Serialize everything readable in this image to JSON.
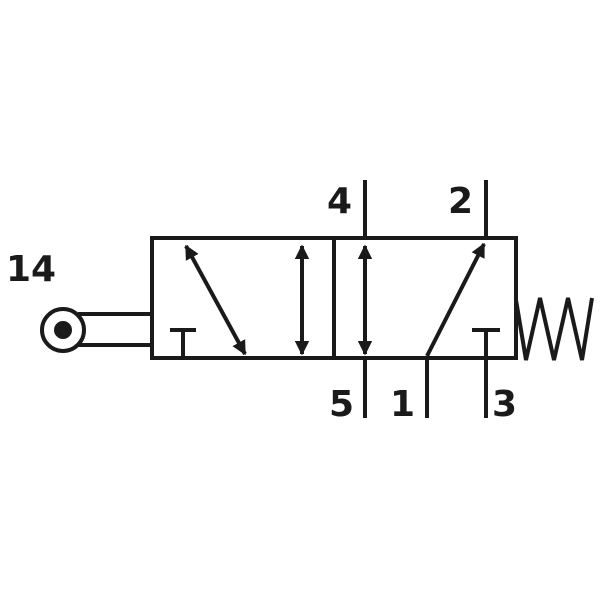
{
  "symbol": {
    "port_labels": {
      "pilot": "14",
      "p4": "4",
      "p2": "2",
      "p5": "5",
      "p1": "1",
      "p3": "3"
    },
    "actuator": "roller-lever",
    "return": "spring",
    "positions": 2,
    "line_color": "#1a1a1a",
    "background": "#ffffff"
  }
}
